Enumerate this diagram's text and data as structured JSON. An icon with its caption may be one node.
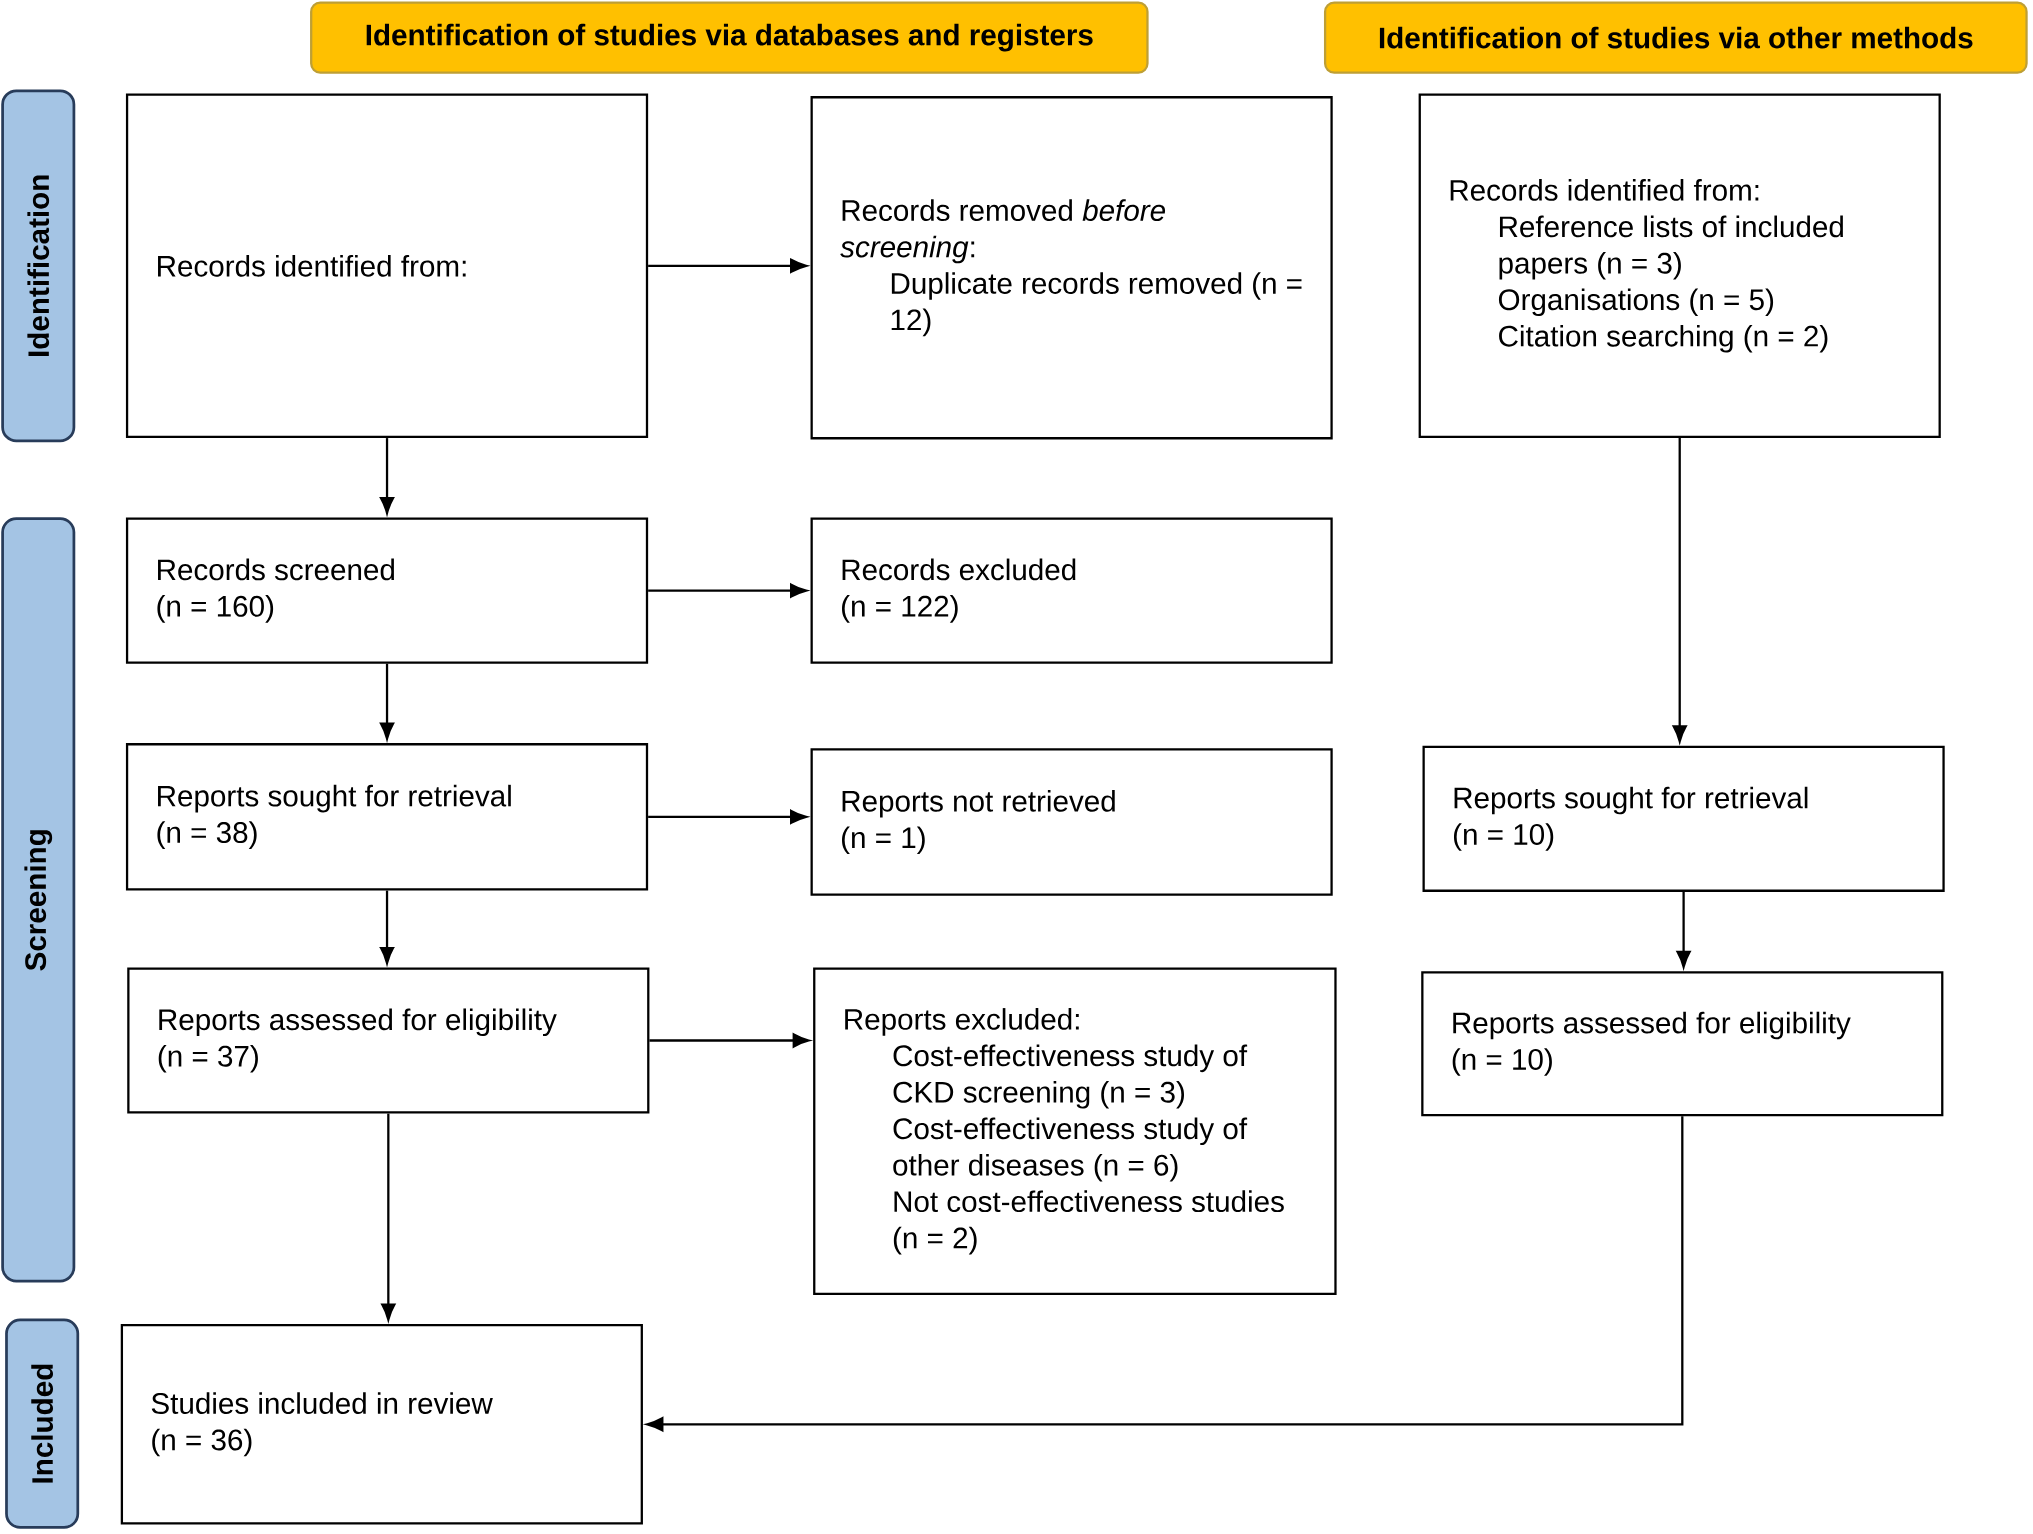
{
  "diagram": {
    "nodes": [
      {
        "text": [
          "Identification of studies via databases and registers"
        ]
      },
      {
        "text": [
          "Identification of studies via other methods"
        ]
      },
      {
        "text": [
          "Identification"
        ]
      },
      {
        "text": [
          "Screening"
        ]
      },
      {
        "text": [
          "Included"
        ]
      },
      {
        "text": [
          "Records identified from:"
        ]
      },
      {
        "text": [
          "Records removed *before screening*:",
          "Duplicate records removed (n = 12)"
        ]
      },
      {
        "text": [
          "Records identified from:",
          "Reference lists of included papers (n = 3)",
          "Organisations (n = 5)",
          "Citation searching (n = 2)"
        ]
      },
      {
        "text": [
          "Records screened",
          "(n = 160)"
        ]
      },
      {
        "text": [
          "Records excluded",
          "(n = 122)"
        ]
      },
      {
        "text": [
          "Reports sought for retrieval",
          "(n = 38)"
        ]
      },
      {
        "text": [
          "Reports not retrieved",
          "(n = 1)"
        ]
      },
      {
        "text": [
          "Reports sought for retrieval",
          "(n = 10)"
        ]
      },
      {
        "text": [
          "Reports assessed for eligibility",
          "(n = 37)"
        ]
      },
      {
        "text": [
          "Reports excluded:",
          "Cost-effectiveness study of CKD screening (n = 3)",
          "Cost-effectiveness study of other diseases (n = 6)",
          "Not cost-effectiveness studies (n = 2)"
        ]
      },
      {
        "text": [
          "Reports assessed for eligibility",
          "(n = 10)"
        ]
      },
      {
        "text": [
          "Studies included in review",
          "(n = 36)"
        ]
      }
    ],
    "edges": [
      {
        "from": 5,
        "to": 6,
        "arrow": "to"
      },
      {
        "from": 5,
        "to": 8,
        "arrow": "to"
      },
      {
        "from": 8,
        "to": 9,
        "arrow": "to"
      },
      {
        "from": 8,
        "to": 10,
        "arrow": "to"
      },
      {
        "from": 10,
        "to": 11,
        "arrow": "to"
      },
      {
        "from": 10,
        "to": 13,
        "arrow": "to"
      },
      {
        "from": 13,
        "to": 14,
        "arrow": "to"
      },
      {
        "from": 13,
        "to": 16,
        "arrow": "to"
      },
      {
        "from": 7,
        "to": 12,
        "arrow": "to"
      },
      {
        "from": 12,
        "to": 15,
        "arrow": "to"
      },
      {
        "from": 15,
        "to": 16,
        "arrow": "to"
      }
    ]
  }
}
